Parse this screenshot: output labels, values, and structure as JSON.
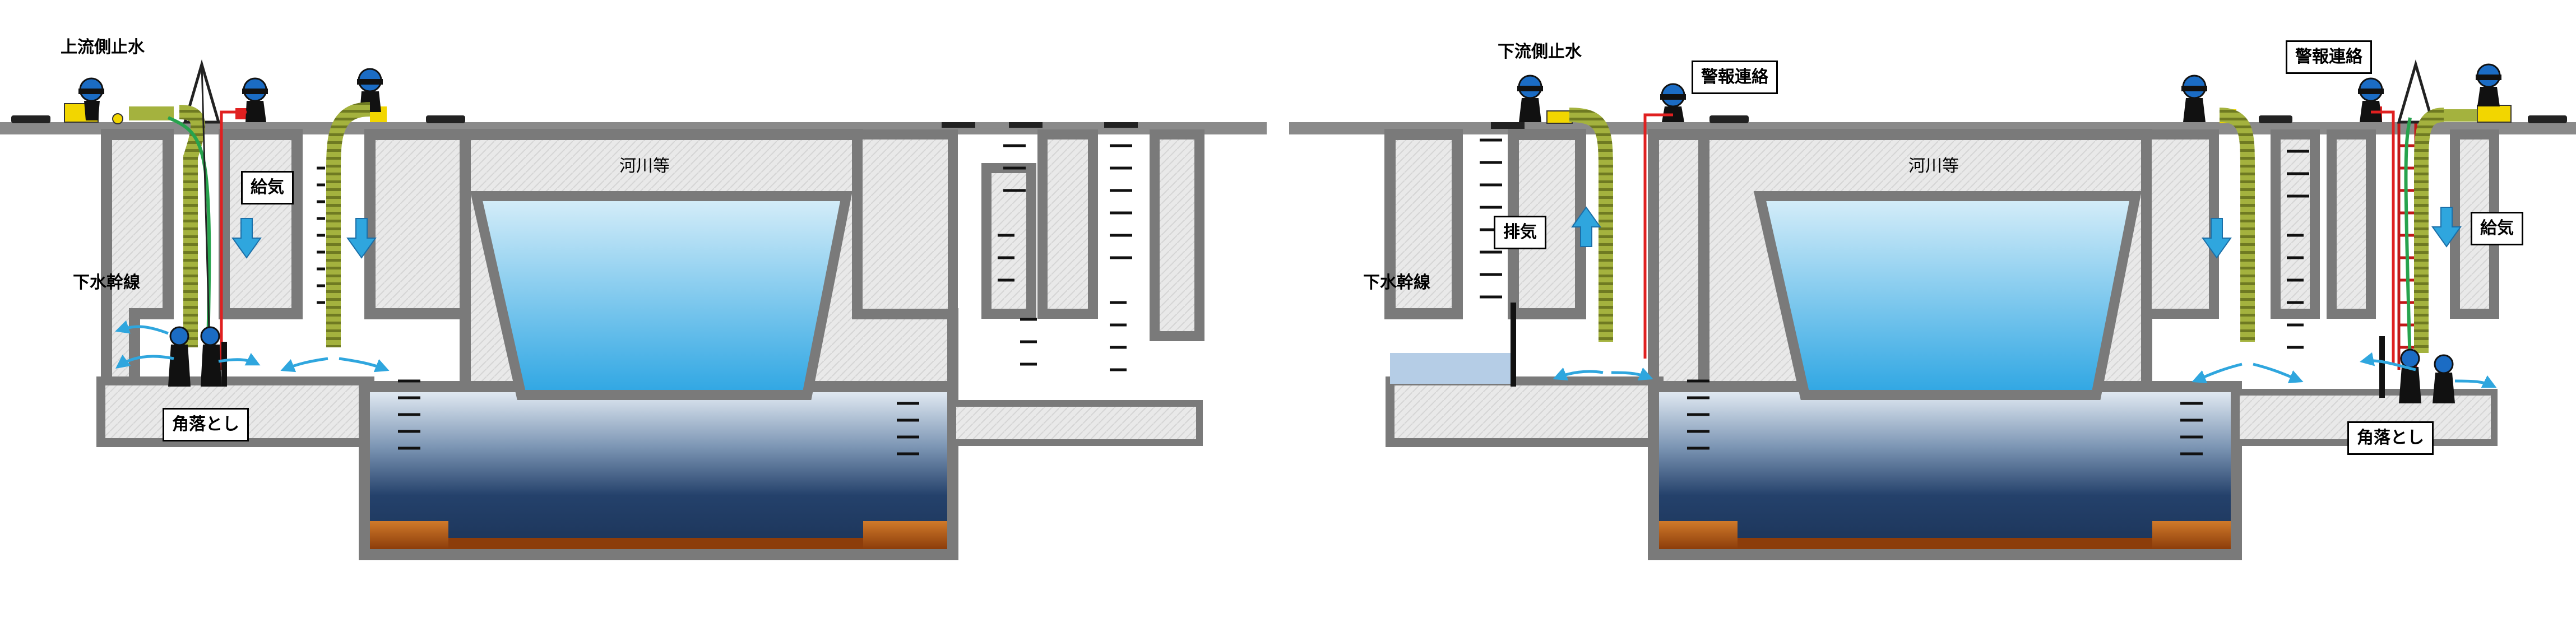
{
  "left_panel": {
    "title": "上流側止水",
    "river_label": "河川等",
    "air_label": "給気",
    "main_sewer_label": "下水幹線",
    "stoplog_label": "角落とし"
  },
  "right_panel": {
    "title": "下流側止水",
    "river_label": "河川等",
    "exhaust_label": "排気",
    "alarm_label_1": "警報連絡",
    "alarm_label_2": "警報連絡",
    "air_label": "給気",
    "main_sewer_label": "下水幹線",
    "stoplog_label": "角落とし"
  },
  "colors": {
    "wall": "#808080",
    "concrete": "#e6e6e6",
    "river_water": "#3fb1e8",
    "sewer_water_dark": "#203a63",
    "sediment": "#b45a14",
    "hose": "#9caa3a",
    "airflow": "#2fa6de",
    "wire": "#e02020"
  }
}
